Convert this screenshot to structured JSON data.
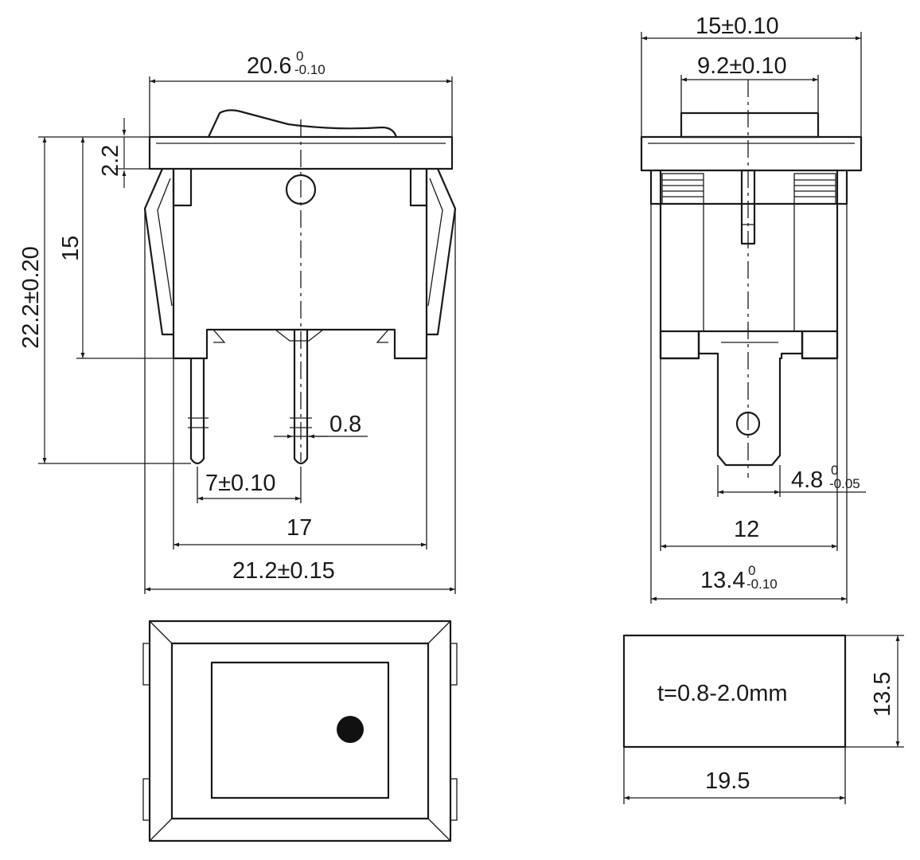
{
  "front_view": {
    "dim_top_width_main": "20.6",
    "dim_top_width_tol_upper": "0",
    "dim_top_width_tol_lower": "-0.10",
    "dim_flange_height": "2.2",
    "dim_body_height": "15",
    "dim_overall_height": "22.2±0.20",
    "dim_pin_width": "0.8",
    "dim_pin_pitch": "7±0.10",
    "dim_pin_span": "17",
    "dim_overall_width": "21.2±0.15"
  },
  "side_view": {
    "dim_top_width": "15±0.10",
    "dim_actuator_width": "9.2±0.10",
    "dim_terminal_width_main": "4.8",
    "dim_terminal_width_tol_upper": "0",
    "dim_terminal_width_tol_lower": "-0.05",
    "dim_body_width": "12",
    "dim_overall_width_main": "13.4",
    "dim_overall_width_tol_upper": "0",
    "dim_overall_width_tol_lower": "-0.10"
  },
  "panel_cutout": {
    "thickness_note": "t=0.8-2.0mm",
    "dim_height": "13.5",
    "dim_width": "19.5"
  }
}
